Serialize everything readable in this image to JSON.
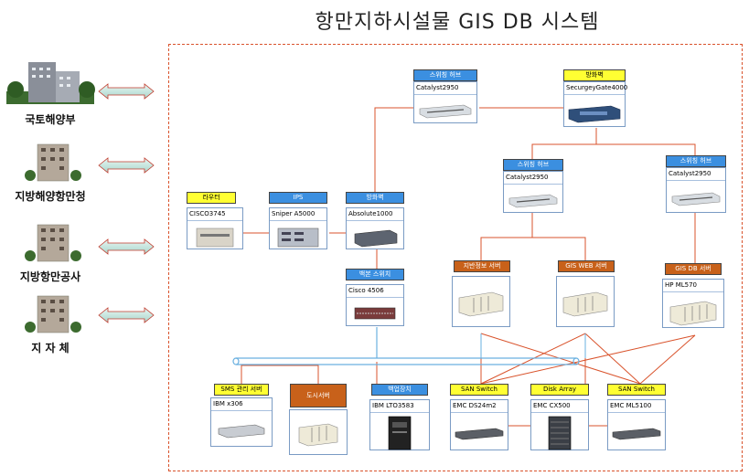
{
  "title": "항만지하시설물 GIS DB 시스템",
  "organizations": [
    {
      "name": "국토해양부"
    },
    {
      "name": "지방해양항만청"
    },
    {
      "name": "지방항만공사"
    },
    {
      "name": "지 자 체"
    }
  ],
  "devices": {
    "switch_hub_top": {
      "tag": "스위칭 허브",
      "model": "Catalyst2950"
    },
    "firewall_top": {
      "tag": "방화벽",
      "model": "SecurgeyGate4000"
    },
    "switch_hub_mid": {
      "tag": "스위칭 허브",
      "model": "Catalyst2950"
    },
    "switch_hub_right": {
      "tag": "스위칭 허브",
      "model": "Catalyst2950"
    },
    "router": {
      "tag": "라우터",
      "model": "CISCO3745"
    },
    "ips": {
      "tag": "IPS",
      "model": "Sniper A5000"
    },
    "firewall_mid": {
      "tag": "방화벽",
      "model": "Absolute1000"
    },
    "backbone_switch": {
      "tag": "백본 스위치",
      "model": "Cisco 4506"
    },
    "map_server": {
      "tag": "지반정보 서버",
      "model": ""
    },
    "gis_web_server": {
      "tag": "GIS WEB 서버",
      "model": ""
    },
    "gis_db_server": {
      "tag": "GIS DB 서버",
      "model": "HP ML570"
    },
    "sms_server": {
      "tag": "SMS 관리 서버",
      "model": "IBM x306"
    },
    "admin_server": {
      "tag": "도시서버",
      "model": ""
    },
    "backup": {
      "tag": "백업장치",
      "model": "IBM LTO3583"
    },
    "san_switch_1": {
      "tag": "SAN Switch",
      "model": "EMC DS24m2"
    },
    "disk_array": {
      "tag": "Disk Array",
      "model": "EMC CX500"
    },
    "san_switch_2": {
      "tag": "SAN Switch",
      "model": "EMC ML5100"
    }
  },
  "colors": {
    "blue_tag": "#3b8fe0",
    "yellow_tag": "#ffff33",
    "orange_tag": "#c8611a",
    "link_line": "#d9532c",
    "bus": "#6ab0e0"
  }
}
